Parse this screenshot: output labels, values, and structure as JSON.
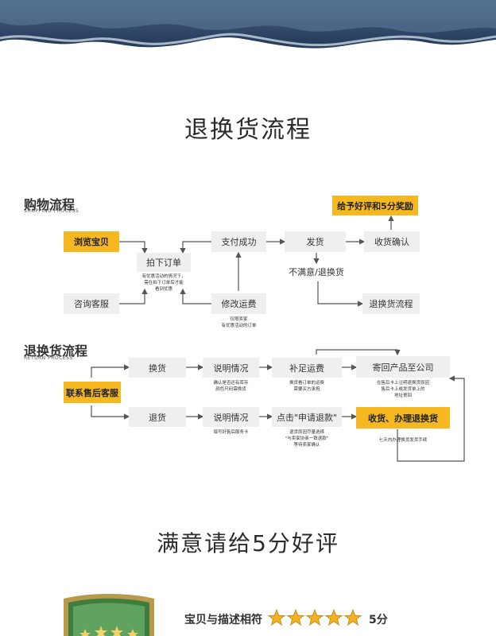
{
  "page": {
    "title": "退换货流程",
    "bottom_title": "满意请给5分好评"
  },
  "shopping": {
    "title": "购物流程",
    "subtitle": "SHOPPING PROCESS",
    "browse": "浏览宝贝",
    "consult": "咨询客服",
    "order": "拍下订单",
    "order_note": [
      "有优惠活动的情况下，",
      "需在拍下订单后才能",
      "看到优惠"
    ],
    "pay_success": "支付成功",
    "modify_fee": "修改运费",
    "modify_note": [
      "仅限卖家",
      "有优惠活动的订单"
    ],
    "ship": "发货",
    "confirm": "收货确认",
    "praise": "给予好评和5分奖励",
    "unsatisfied": "不满意/退换货",
    "return_flow": "退换货流程"
  },
  "returns": {
    "title": "退换货流程",
    "subtitle": "RETURN PROCESS",
    "contact": "联系售后客服",
    "exchange": "换货",
    "refund": "退货",
    "explain1": "说明情况",
    "explain1_note": [
      "确认是否还有库存",
      "颜色尺码需换货"
    ],
    "explain2": "说明情况",
    "explain2_note": [
      "填写好售后服务卡"
    ],
    "add_fee": "补足运费",
    "add_fee_note": [
      "换货看订单的运费",
      "需要买方承担"
    ],
    "apply_refund": "点击\"申请退款\"",
    "apply_note": [
      "退货原因尽量选择",
      "\"与卖家协商一致退款\"",
      "等待卖家确认"
    ],
    "send_back": "寄回产品至公司",
    "send_note": [
      "在售后卡上注明退换货原因",
      "售后卡上或发货单上的",
      "地址寄回"
    ],
    "handle": "收货、办理退换货",
    "handle_note": [
      "七天内办理换货发货手续"
    ]
  },
  "rating": {
    "label": "宝贝与描述相符",
    "stars": 5,
    "score_text": "5分"
  },
  "colors": {
    "yellow": "#f5b820",
    "gray_box": "#efefef",
    "line": "#555555",
    "banner_dark": "#1f3550"
  }
}
